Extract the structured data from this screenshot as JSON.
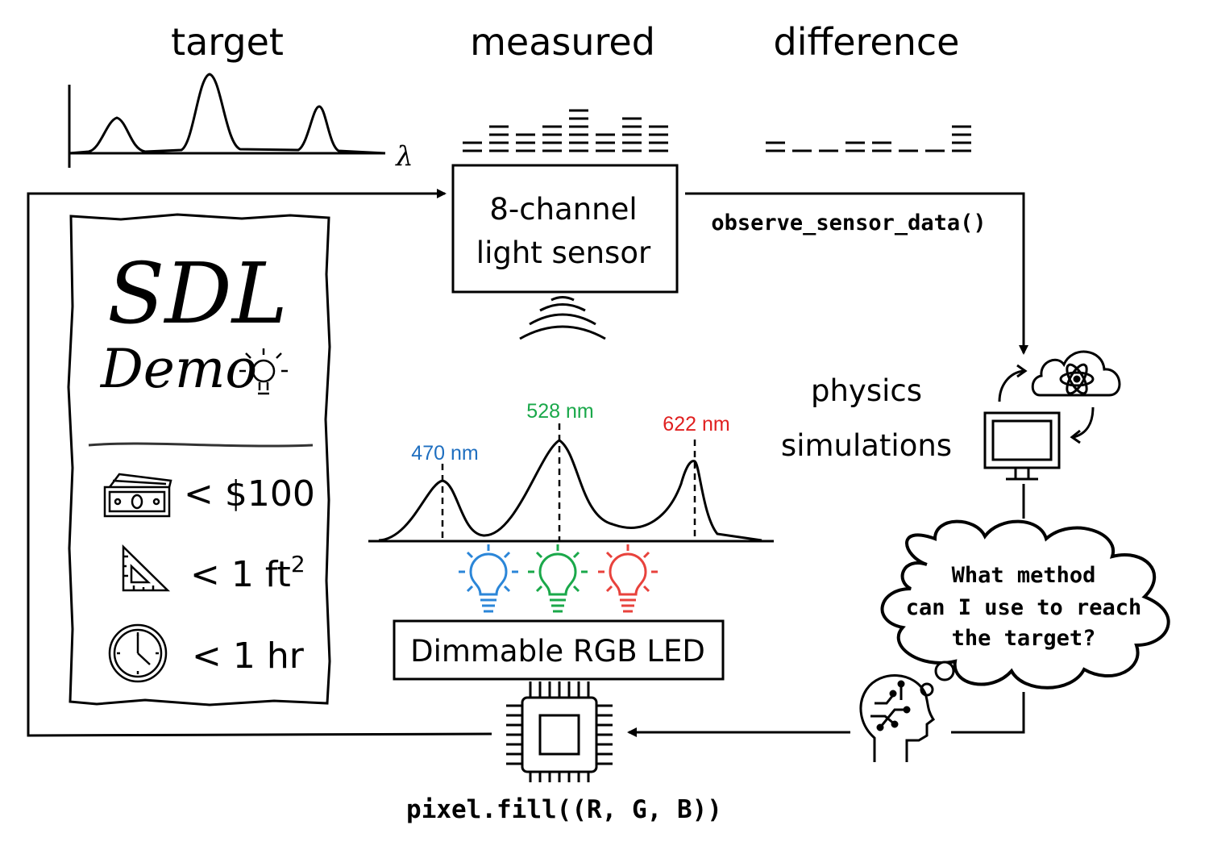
{
  "titles": {
    "target": "target",
    "measured": "measured",
    "difference": "difference"
  },
  "target_axis_label": "λ",
  "sensor": {
    "line1": "8-channel",
    "line2": "light sensor",
    "function": "observe_sensor_data()",
    "measured_levels": [
      2,
      4,
      3,
      4,
      6,
      3,
      5,
      4
    ],
    "difference_levels": [
      2,
      1,
      1,
      2,
      2,
      1,
      1,
      4
    ]
  },
  "simulation": {
    "line1": "physics",
    "line2": "simulations"
  },
  "thought": {
    "line1": "What method",
    "line2": "can I use to reach",
    "line3": "the target?"
  },
  "led": {
    "label": "Dimmable RGB LED",
    "peaks": [
      {
        "label": "470 nm",
        "color": "#1f6fc0"
      },
      {
        "label": "528 nm",
        "color": "#1aa84a"
      },
      {
        "label": "622 nm",
        "color": "#e02020"
      }
    ],
    "bulb_colors": [
      "#2b86d8",
      "#1aa84a",
      "#e8423c"
    ]
  },
  "microcontroller": {
    "function": "pixel.fill((R, G, B))"
  },
  "card": {
    "title1": "SDL",
    "title2": "Demo",
    "specs": [
      {
        "icon": "money-icon",
        "text": "< $100"
      },
      {
        "icon": "set-square-icon",
        "text": "< 1 ft",
        "sup": "2"
      },
      {
        "icon": "clock-icon",
        "text": "< 1 hr"
      }
    ]
  }
}
